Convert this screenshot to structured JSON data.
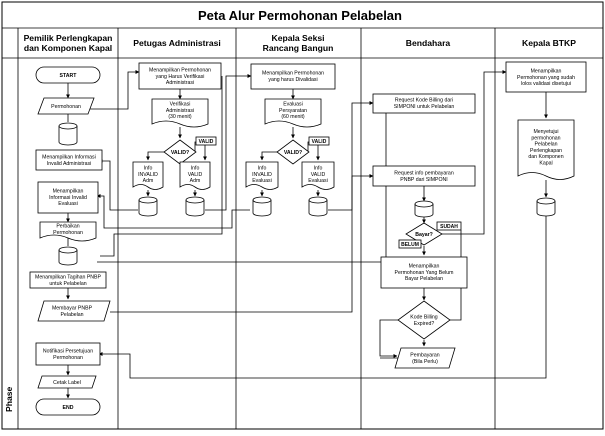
{
  "title": "Peta Alur Permohonan Pelabelan",
  "phase_label": "Phase",
  "lanes": [
    [
      "Pemilik Perlengkapan",
      "dan Komponen Kapal"
    ],
    [
      "Petugas Administrasi"
    ],
    [
      "Kepala Seksi",
      "Rancang Bangun"
    ],
    [
      "Bendahara"
    ],
    [
      "Kepala BTKP"
    ]
  ],
  "nodes": {
    "start": [
      "START"
    ],
    "permohonan": [
      "Permohonan"
    ],
    "info_invalid_admin": [
      "Menampilkan Informasi",
      "Invalid Administrasi"
    ],
    "info_invalid_evaluasi": [
      "Menampilkan",
      "Informasi Invalid",
      "Evaluasi"
    ],
    "perbaikan": [
      "Perbaikan",
      "Permohonan"
    ],
    "tagihan_pnbp": [
      "Menampilkan Tagihan PNBP",
      "untuk Pelabelan"
    ],
    "membayar_pnbp": [
      "Membayar PNBP",
      "Pelabelan"
    ],
    "notifikasi": [
      "Notifikasi Persetujuan",
      "Permohonan"
    ],
    "cetak_label": [
      "Cetak Label"
    ],
    "end": [
      "END"
    ],
    "tampil_verifikasi": [
      "Menampilkan Permohonan",
      "yang Harus Verifikasi",
      "Administrasi"
    ],
    "verifikasi_admin": [
      "Verifikasi",
      "Administrasi",
      "(30 menit)"
    ],
    "valid_admin": [
      "VALID?"
    ],
    "info_invalid_adm": [
      "Info",
      "INVALID",
      "Adm"
    ],
    "info_valid_adm": [
      "Info",
      "VALID",
      "Adm"
    ],
    "tampil_validasi": [
      "Menampilkan Permohonan",
      "yang harus Divalidasi"
    ],
    "evaluasi": [
      "Evaluasi",
      "Persyaratan",
      "(60 menit)"
    ],
    "valid_eval": [
      "VALID?"
    ],
    "info_invalid_eval": [
      "Info",
      "INVALID",
      "Evaluasi"
    ],
    "info_valid_eval": [
      "Info",
      "VALID",
      "Evaluasi"
    ],
    "kode_billing": [
      "Request Kode Billing dari",
      "SIMPONI untuk Pelabelan"
    ],
    "info_pembayaran": [
      "Request info pembayaran",
      "PNBP dari SIMPONI"
    ],
    "bayar": [
      "Bayar?"
    ],
    "tampil_belum_bayar": [
      "Menampilkan",
      "Permohonan Yang Belum",
      "Bayar Pelabelan"
    ],
    "kode_expired": [
      "Kode Billing",
      "Expired?"
    ],
    "pembayaran": [
      "Pembayaran",
      "(Bila Perlu)"
    ],
    "tampil_lolos": [
      "Menampilkan",
      "Permohonan yang sudah",
      "lolos validasi disetujui"
    ],
    "menyetujui": [
      "Menyetujui",
      "permohonan",
      "Pelabelan",
      "Perlengkapan",
      "dan Komponen",
      "Kapal"
    ]
  },
  "edge_labels": {
    "valid_admin": "VALID",
    "valid_eval": "VALID",
    "sudah": "SUDAH",
    "belum": "BELUM"
  }
}
